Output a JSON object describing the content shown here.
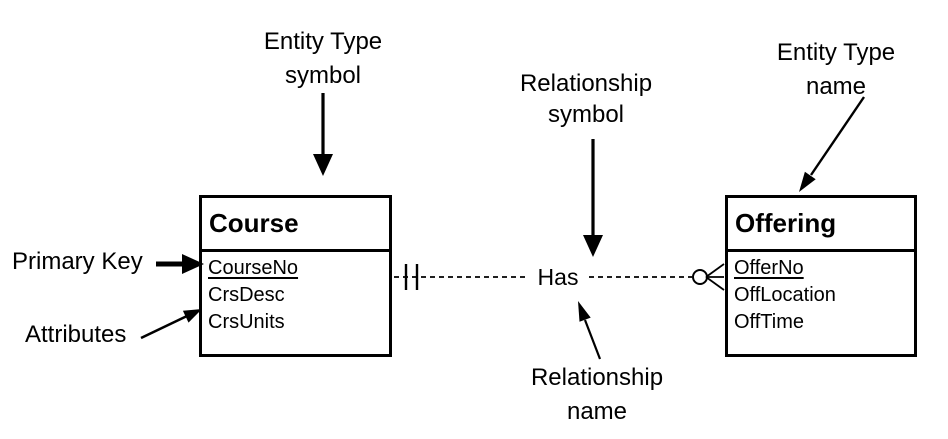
{
  "diagram_type": "entity-relationship-diagram",
  "entities": [
    {
      "name": "Course",
      "attributes": [
        {
          "name": "CourseNo",
          "is_primary_key": true
        },
        {
          "name": "CrsDesc",
          "is_primary_key": false
        },
        {
          "name": "CrsUnits",
          "is_primary_key": false
        }
      ]
    },
    {
      "name": "Offering",
      "attributes": [
        {
          "name": "OfferNo",
          "is_primary_key": true
        },
        {
          "name": "OffLocation",
          "is_primary_key": false
        },
        {
          "name": "OffTime",
          "is_primary_key": false
        }
      ]
    }
  ],
  "relationship": {
    "name": "Has",
    "line_style": "dashed",
    "course_side_cardinality": "exactly-one (two tick marks)",
    "offering_side_cardinality": "zero-or-many (circle and crow's foot)"
  },
  "annotations": {
    "entity_type_symbol": "Entity Type\nsymbol",
    "relationship_symbol": "Relationship\nsymbol",
    "entity_type_name": "Entity Type\nname",
    "primary_key": "Primary Key",
    "attributes_label": "Attributes",
    "relationship_name": "Relationship\nname"
  },
  "colors": {
    "foreground": "#000000",
    "background": "#ffffff"
  }
}
